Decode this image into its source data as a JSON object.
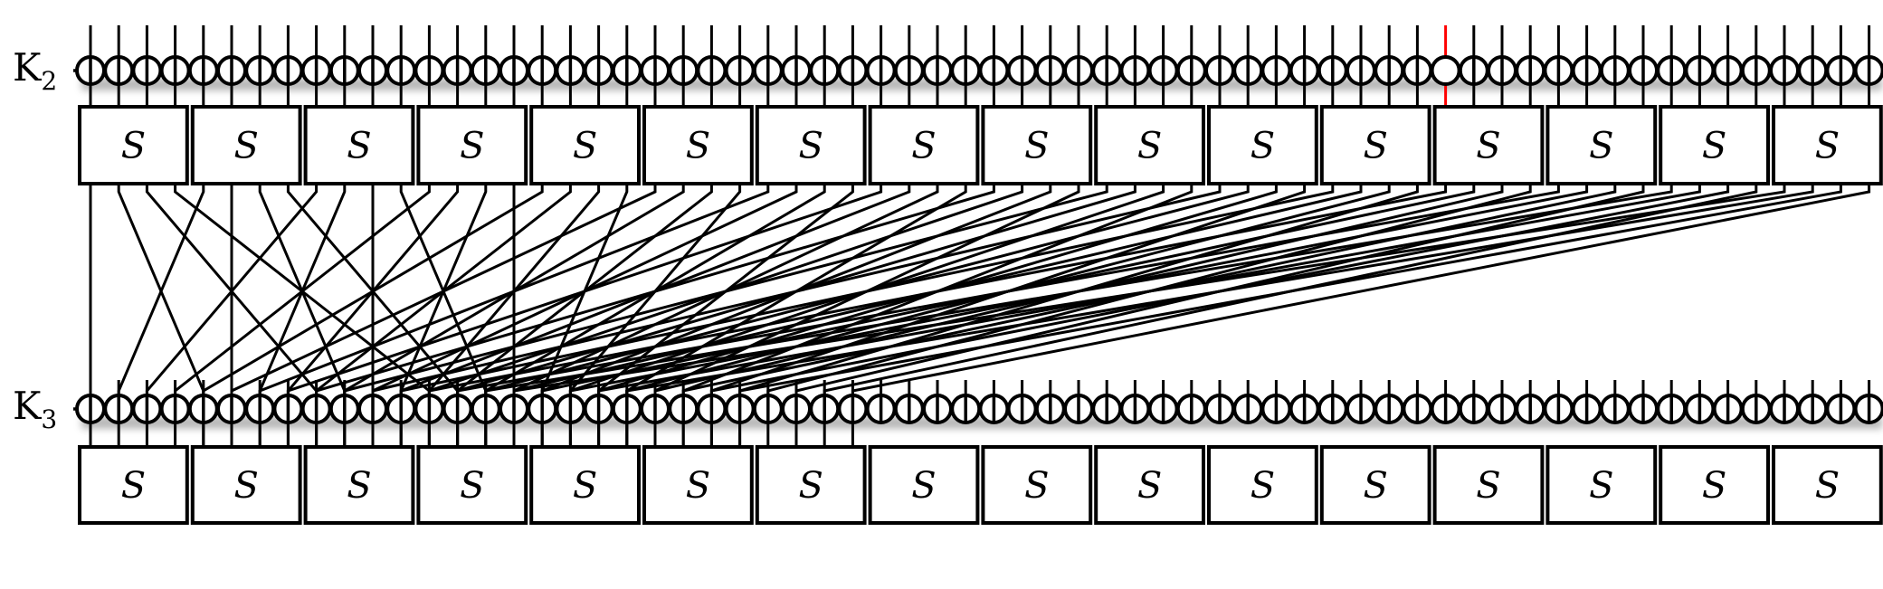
{
  "key_rows": [
    {
      "label": "K",
      "subscript": "2"
    },
    {
      "label": "K",
      "subscript": "3"
    }
  ],
  "sbox_label": "S",
  "sboxes_per_row": 16,
  "bits_per_sbox": 4,
  "highlight": {
    "color": "#ff0000",
    "key_row_1_bit_index": 48,
    "sbox_row_1_index": 12
  }
}
